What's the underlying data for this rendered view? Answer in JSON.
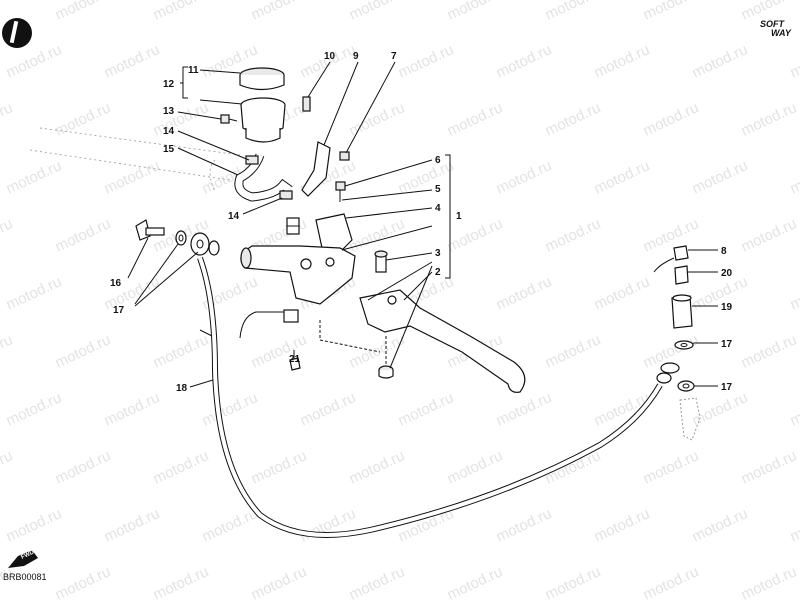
{
  "watermark": "motod.ru",
  "brand": {
    "top": "SOFT",
    "bottom": "WAY"
  },
  "drawing_code": "BRB00081",
  "fwd_label": "FWD",
  "callouts": {
    "c1": "1",
    "c2": "2",
    "c3": "3",
    "c4": "4",
    "c5": "5",
    "c6": "6",
    "c7": "7",
    "c8": "8",
    "c9": "9",
    "c10": "10",
    "c11": "11",
    "c12": "12",
    "c13": "13",
    "c14a": "14",
    "c14b": "14",
    "c15": "15",
    "c16": "16",
    "c17a": "17",
    "c17b": "17",
    "c17c": "17",
    "c18": "18",
    "c19": "19",
    "c20": "20",
    "c21": "21"
  }
}
